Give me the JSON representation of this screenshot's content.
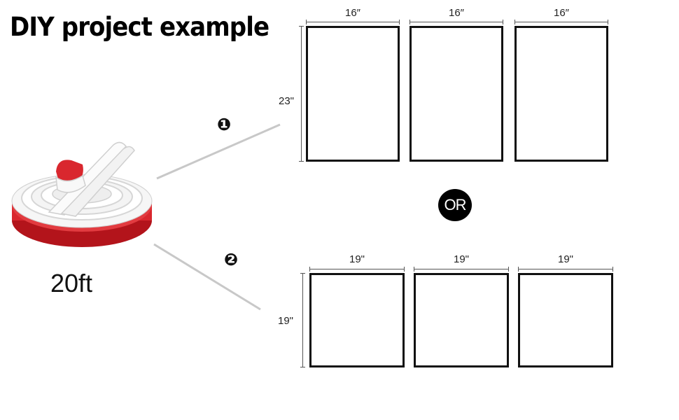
{
  "title": "DIY project example",
  "product": {
    "length_label": "20ft",
    "colors": {
      "strip": "#f3f3f3",
      "backing_red": "#d9272e"
    }
  },
  "markers": {
    "option_1": "❶",
    "option_2": "❷",
    "or_label": "OR"
  },
  "option_1": {
    "width_labels": [
      "16″",
      "16″",
      "16″"
    ],
    "height_label": "23\""
  },
  "option_2": {
    "width_labels": [
      "19\"",
      "19\"",
      "19\""
    ],
    "height_label": "19\""
  }
}
